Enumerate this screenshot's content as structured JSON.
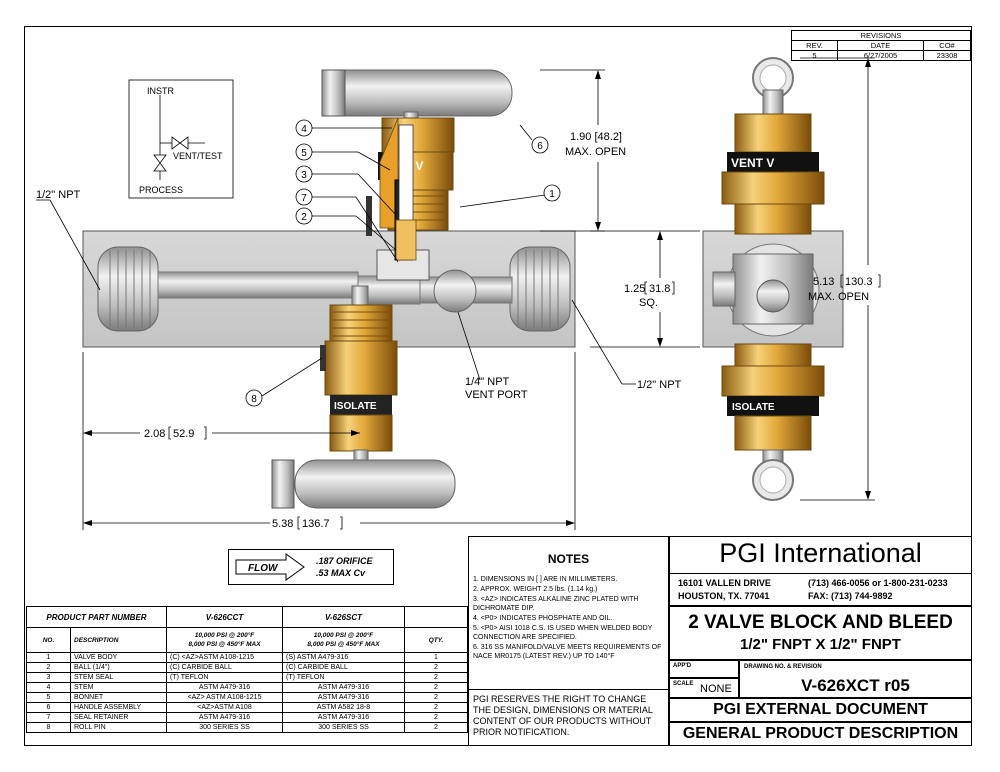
{
  "revisions": {
    "title": "REVISIONS",
    "headers": [
      "REV.",
      "DATE",
      "CO#"
    ],
    "row": [
      "5",
      "6/27/2005",
      "23308"
    ]
  },
  "schematic": {
    "instr": "INSTR",
    "vent_test": "VENT/TEST",
    "process": "PROCESS"
  },
  "drawing": {
    "npt_left": "1/2\" NPT",
    "npt_right": "1/2\" NPT",
    "vent_port_line1": "1/4\" NPT",
    "vent_port_line2": "VENT PORT",
    "dim_open_value": "1.90 [48.2]",
    "dim_open_label": "MAX. OPEN",
    "dim_sq_value": "1.25",
    "dim_sq_mm": "31.8",
    "dim_sq_label": "SQ.",
    "dim_height_value": "5.13",
    "dim_height_mm": "130.3",
    "dim_height_label": "MAX. OPEN",
    "dim_208_value": "2.08",
    "dim_208_mm": "52.9",
    "dim_538_value": "5.38",
    "dim_538_mm": "136.7",
    "balloons": [
      "1",
      "2",
      "3",
      "4",
      "5",
      "6",
      "7",
      "8"
    ],
    "vent_text": "VENT V",
    "isolate_text": "ISOLATE"
  },
  "flow": {
    "label": "FLOW",
    "orifice": ".187 ORIFICE",
    "cv": ".53 MAX Cv"
  },
  "parts": {
    "header_label": "PRODUCT PART NUMBER",
    "part_a": "V-626CCT",
    "part_b": "V-626SCT",
    "col_no": "NO.",
    "col_desc": "DESCRIPTION",
    "col_qty": "QTY.",
    "rating_a_1": "10,000 PSI @ 200°F",
    "rating_a_2": "8,000 PSI @ 450°F MAX",
    "rating_b_1": "10,000 PSI @ 200°F",
    "rating_b_2": "8,000 PSI @ 450°F MAX",
    "rows": [
      {
        "no": "1",
        "desc": "VALVE BODY",
        "a": "(C) <AZ>ASTM A108-1215",
        "b": "(S)   ASTM A479-316",
        "qty": "1"
      },
      {
        "no": "2",
        "desc": "BALL (1/4\")",
        "a": "(C)    CARBIDE BALL",
        "b": "(C)    CARBIDE BALL",
        "qty": "2"
      },
      {
        "no": "3",
        "desc": "STEM SEAL",
        "a": "(T)   TEFLON",
        "b": "(T)   TEFLON",
        "qty": "2"
      },
      {
        "no": "4",
        "desc": "STEM",
        "a": "ASTM A479-316",
        "b": "ASTM A479-316",
        "qty": "2"
      },
      {
        "no": "5",
        "desc": "BONNET",
        "a": "<AZ> ASTM A108-1215",
        "b": "ASTM A479-316",
        "qty": "2"
      },
      {
        "no": "6",
        "desc": "HANDLE ASSEMBLY",
        "a": "<AZ>ASTM A108",
        "b": "ASTM A582 18-8",
        "qty": "2"
      },
      {
        "no": "7",
        "desc": "SEAL RETAINER",
        "a": "ASTM A479-316",
        "b": "ASTM A479-316",
        "qty": "2"
      },
      {
        "no": "8",
        "desc": "ROLL PIN",
        "a": "300 SERIES SS",
        "b": "300 SERIES SS",
        "qty": "2"
      }
    ]
  },
  "notes": {
    "title": "NOTES",
    "items": [
      "1. DIMENSIONS IN [ ] ARE IN MILLIMETERS.",
      "2. APPROX. WEIGHT 2.5 lbs. (1.14 kg.)",
      "3. <AZ> INDICATES ALKALINE ZINC PLATED WITH DICHROMATE DIP.",
      "4. <P0> INDICATES PHOSPHATE AND OIL.",
      "5. <P0> AISI 1018 C.S. IS USED WHEN WELDED BODY CONNECTION ARE SPECIFIED.",
      "6. 316 SS MANIFOLD/VALVE MEETS REQUIREMENTS OF NACE MR0175 (LATEST REV.) UP TO 140°F"
    ],
    "disclaimer": "PGI RESERVES THE RIGHT TO CHANGE THE DESIGN, DIMENSIONS OR MATERIAL CONTENT OF OUR PRODUCTS WITHOUT PRIOR NOTIFICATION."
  },
  "company": {
    "name": "PGI International",
    "address1": "16101 VALLEN DRIVE",
    "address2": "HOUSTON, TX. 77041",
    "phone": "(713) 466-0056 or 1-800-231-0233",
    "fax": "FAX: (713) 744-9892"
  },
  "title_block": {
    "title": "2 VALVE BLOCK AND BLEED",
    "subtitle": "1/2\" FNPT X 1/2\" FNPT",
    "appd_label": "APP'D",
    "scale_label": "SCALE",
    "scale_value": "NONE",
    "drawing_no_label": "DRAWING NO. & REVISION",
    "drawing_no": "V-626XCT r05",
    "doc_type": "PGI EXTERNAL DOCUMENT",
    "doc_desc": "GENERAL PRODUCT DESCRIPTION"
  }
}
